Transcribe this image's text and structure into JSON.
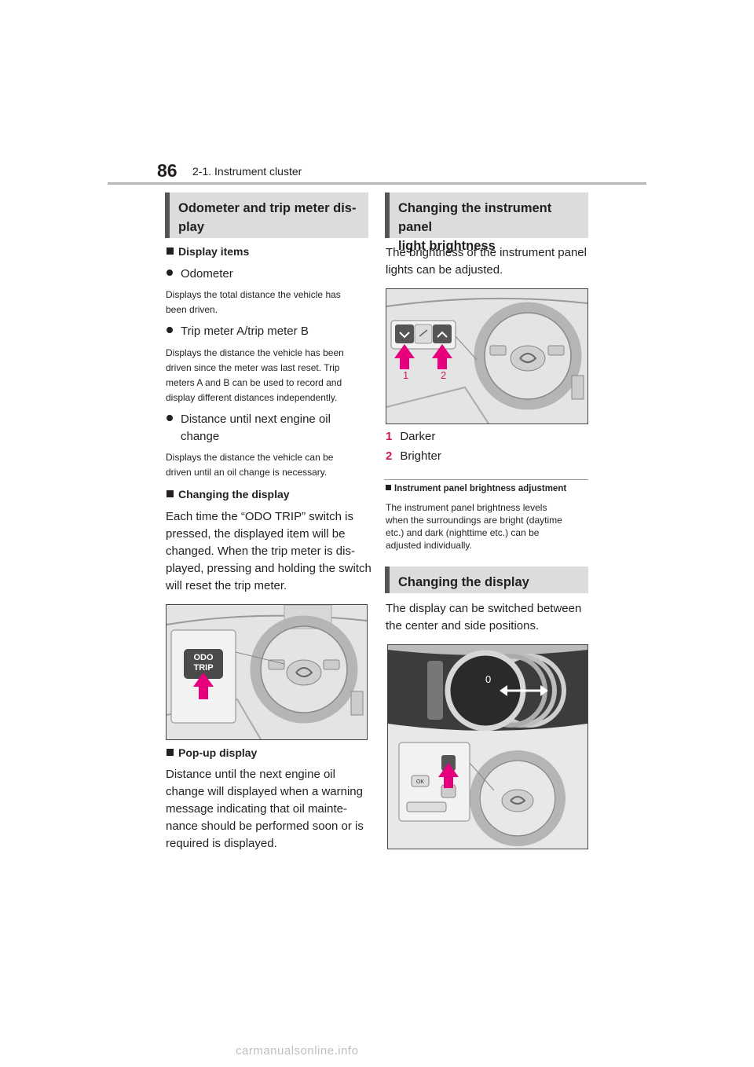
{
  "page_number": "86",
  "header": {
    "title": "2-1. Instrument cluster"
  },
  "left": {
    "section_title_1": "Odometer and trip meter dis-",
    "section_title_2": "play",
    "display_items": "Display items",
    "odometer": "Odometer",
    "odometer_desc_1": "Displays the total distance the vehicle has",
    "odometer_desc_2": "been driven.",
    "trip_meter": "Trip meter A/trip meter B",
    "trip_desc_1": "Displays the distance the vehicle has been",
    "trip_desc_2": "driven since the meter was last reset. Trip",
    "trip_desc_3": "meters A and B can be used to record and",
    "trip_desc_4": "display different distances independently.",
    "oil_1": "Distance until next engine oil",
    "oil_2": "change",
    "oil_desc_1": "Displays the distance the vehicle can be",
    "oil_desc_2": "driven until an oil change is necessary.",
    "changing_display": "Changing the display",
    "change_1": "Each time the “ODO TRIP” switch is",
    "change_2": "pressed, the displayed item will be",
    "change_3": "changed. When the trip meter is dis-",
    "change_4": "played, pressing and holding the switch",
    "change_5": "will reset the trip meter.",
    "odo_label_1": "ODO",
    "odo_label_2": "TRIP",
    "popup": "Pop-up display",
    "popup_1": "Distance until the next engine oil",
    "popup_2": "change will displayed when a warning",
    "popup_3": "message indicating that oil mainte-",
    "popup_4": "nance should be performed soon or is",
    "popup_5": "required is displayed."
  },
  "right": {
    "section_title_1": "Changing the instrument panel",
    "section_title_2": "light brightness",
    "intro_1": "The brightness of the instrument panel",
    "intro_2": "lights can be adjusted.",
    "callout_1": "1",
    "callout_2": "2",
    "item1_num": "1",
    "item1": "Darker",
    "item2_num": "2",
    "item2": "Brighter",
    "adj_title": "Instrument panel brightness adjustment",
    "adj_1": "The instrument panel brightness levels",
    "adj_2": "when the surroundings are bright (daytime",
    "adj_3": "etc.) and dark (nighttime etc.) can be",
    "adj_4": "adjusted individually.",
    "section2_title": "Changing the display",
    "disp_1": "The display can be switched between",
    "disp_2": "the center and side positions.",
    "gauge_zero": "0",
    "ok_label": "OK"
  },
  "watermark": "carmanualsonline.info",
  "colors": {
    "accent": "#e6007e",
    "section_bg": "#dcdcdc",
    "callout": "#d4145a"
  }
}
